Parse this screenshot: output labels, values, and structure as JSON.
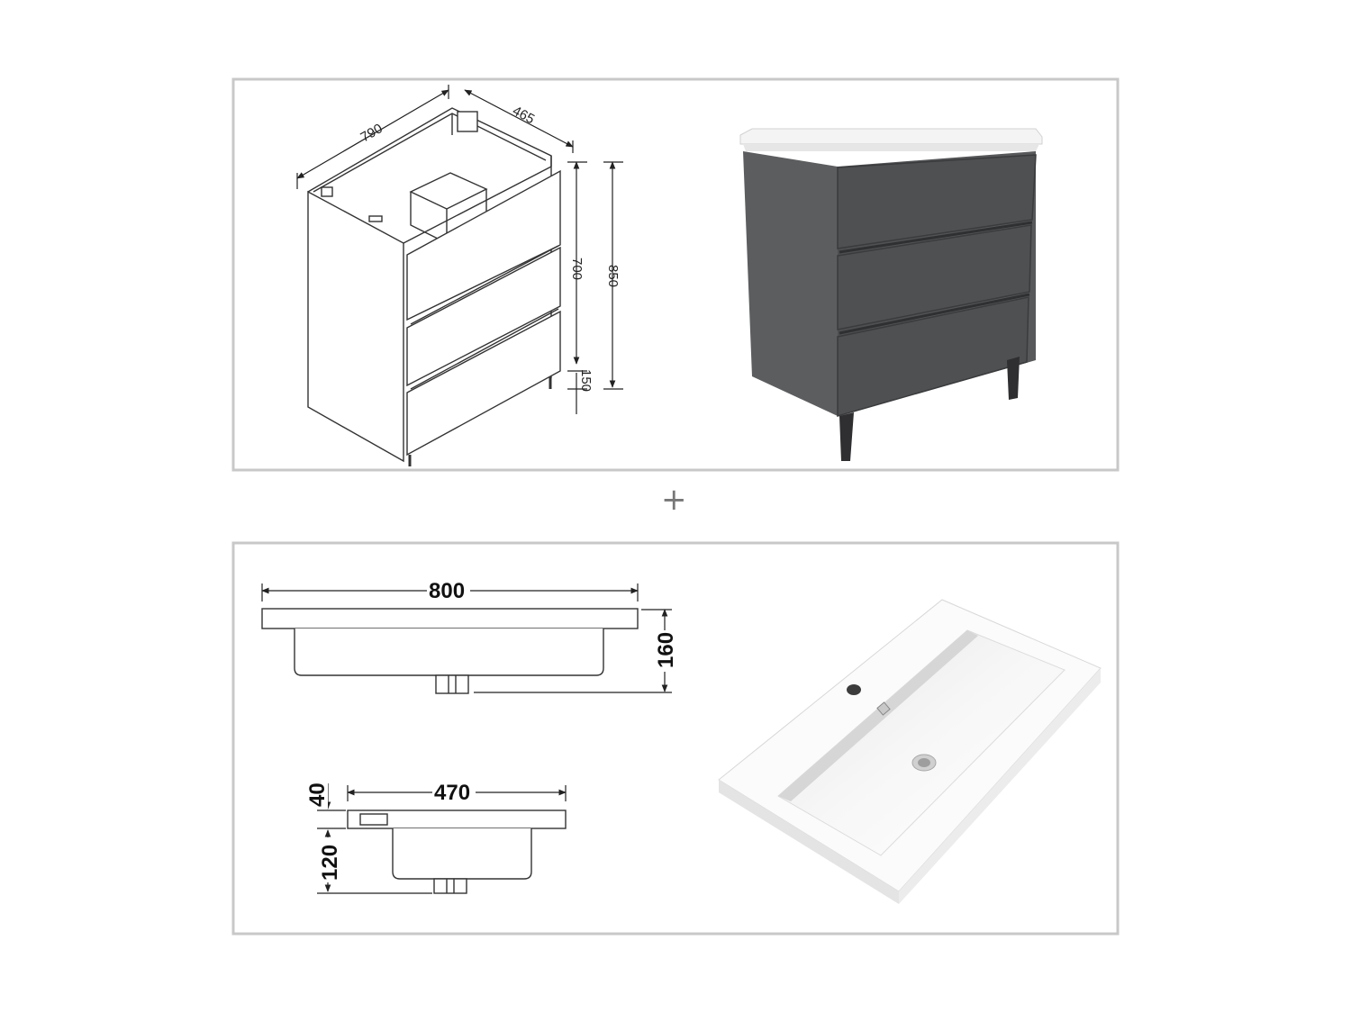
{
  "cabinet_drawing": {
    "width": "790",
    "depth": "465",
    "body_height": "700",
    "total_height": "850",
    "leg_height": "150"
  },
  "separator": "+",
  "basin_drawing": {
    "width": "800",
    "height": "160",
    "depth": "470",
    "rim": "40",
    "bowl": "120"
  },
  "colors": {
    "frame": "#c8c8c8",
    "cabinet_front": "#4a4b4d",
    "cabinet_side": "#5a5b5d",
    "basin": "#ffffff"
  }
}
